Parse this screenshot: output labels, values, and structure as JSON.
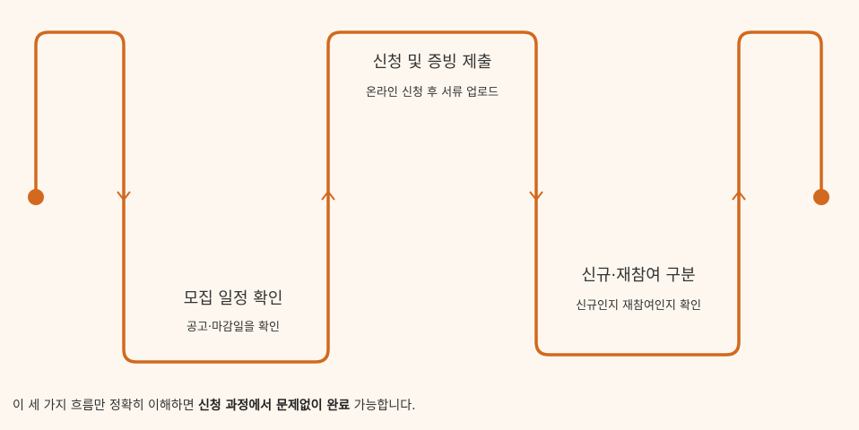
{
  "colors": {
    "background": "#fdf7ef",
    "path": "#d2691e",
    "text": "#333333"
  },
  "steps": [
    {
      "title": "모집 일정 확인",
      "description": "공고·마감일을 확인"
    },
    {
      "title": "신청 및 증빙 제출",
      "description": "온라인 신청 후 서류 업로드"
    },
    {
      "title": "신규·재참여 구분",
      "description": "신규인지 재참여인지 확인"
    }
  ],
  "footer": {
    "before": "이 세 가지 흐름만 정확히 이해하면 ",
    "bold": "신청 과정에서 문제없이 완료",
    "after": " 가능합니다."
  }
}
